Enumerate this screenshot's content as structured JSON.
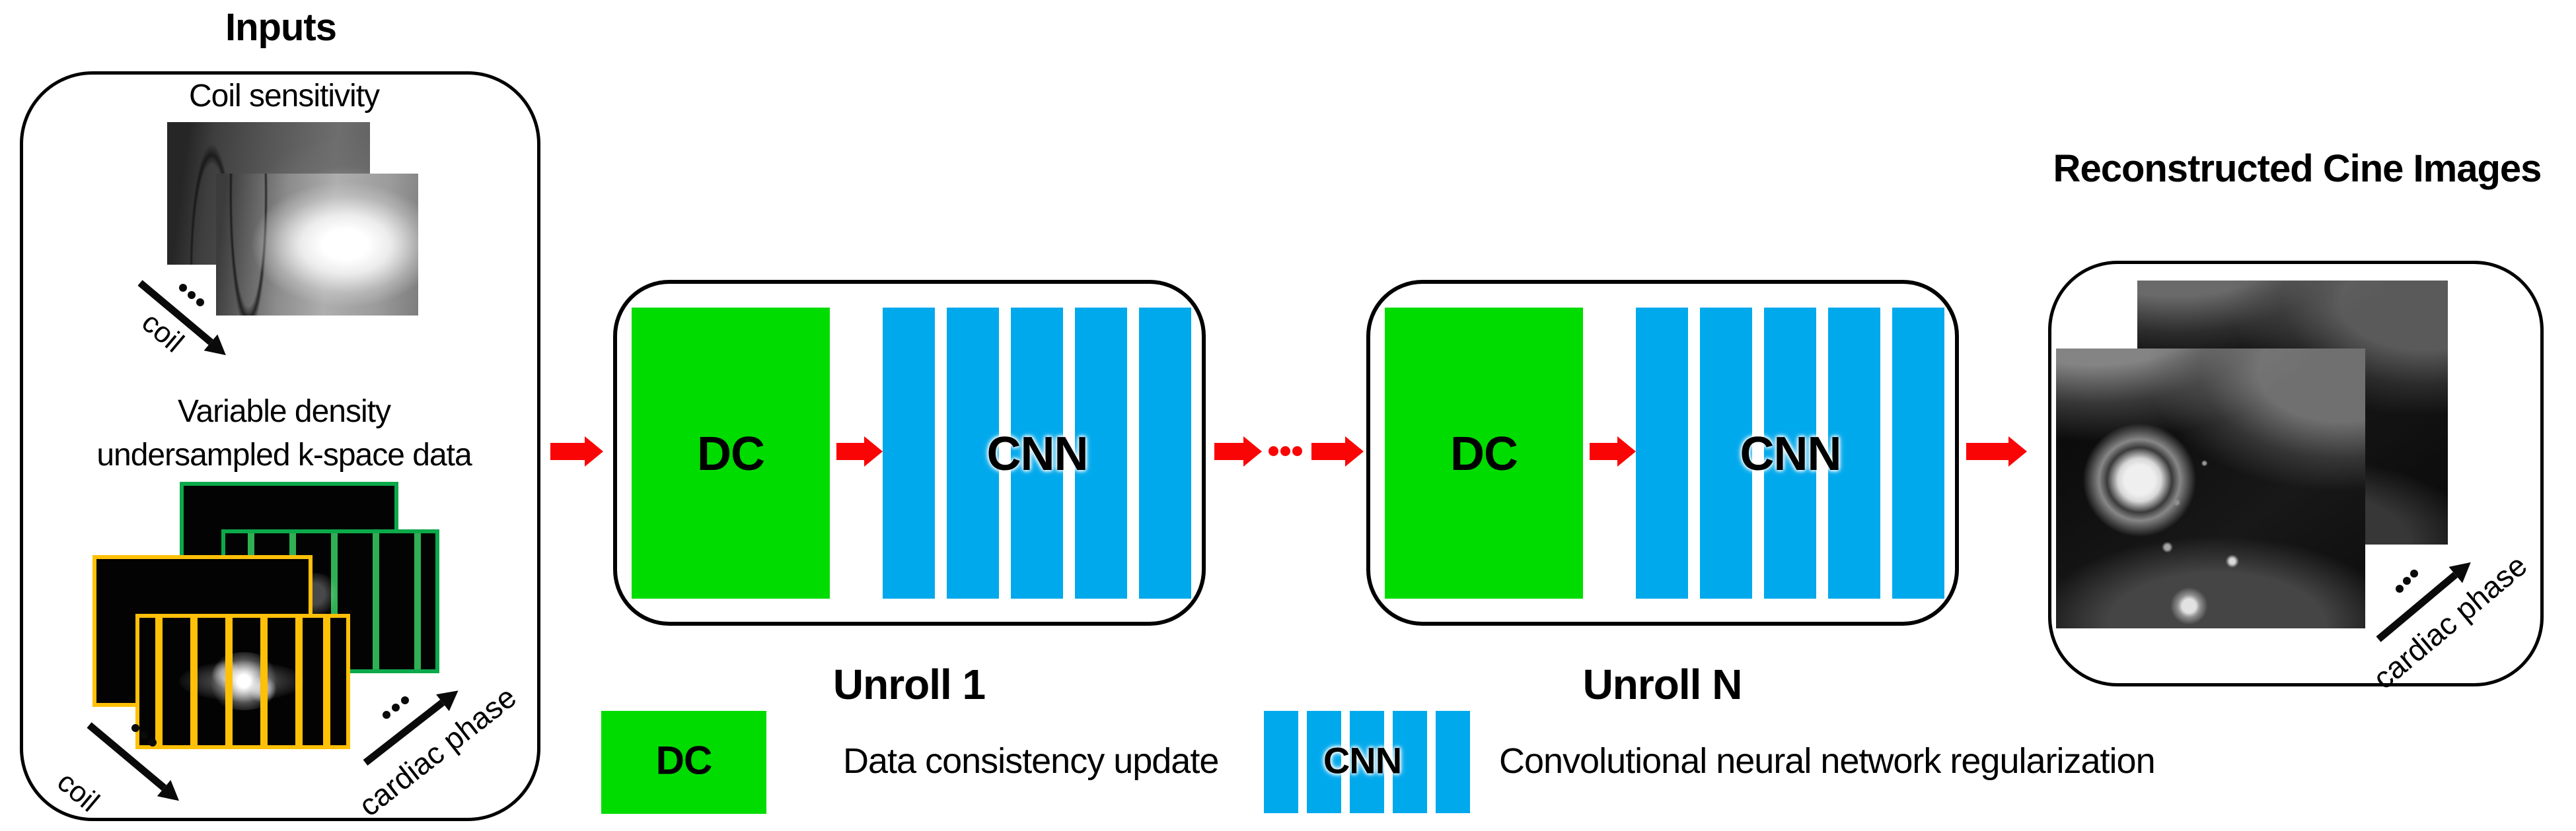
{
  "inputs": {
    "title": "Inputs",
    "coil_sensitivity_label": "Coil sensitivity",
    "kspace_label_line1": "Variable density",
    "kspace_label_line2": "undersampled k-space data",
    "coil_axis_label": "coil",
    "cardiac_axis_label": "cardiac phase"
  },
  "unrolls": [
    {
      "dc_label": "DC",
      "cnn_label": "CNN",
      "caption": "Unroll 1"
    },
    {
      "dc_label": "DC",
      "cnn_label": "CNN",
      "caption": "Unroll N"
    }
  ],
  "output": {
    "title": "Reconstructed Cine Images",
    "cardiac_axis_label": "cardiac phase"
  },
  "legend": {
    "dc_symbol": "DC",
    "dc_description": "Data consistency update",
    "cnn_symbol": "CNN",
    "cnn_description": "Convolutional neural network regularization"
  },
  "colors": {
    "dc_green": "#00DC00",
    "cnn_blue": "#00A9EC",
    "arrow_red": "#FA0505",
    "kspace_orange": "#FFC008",
    "kspace_green": "#0CA94A",
    "kspace_green_line": "#2FB053"
  }
}
